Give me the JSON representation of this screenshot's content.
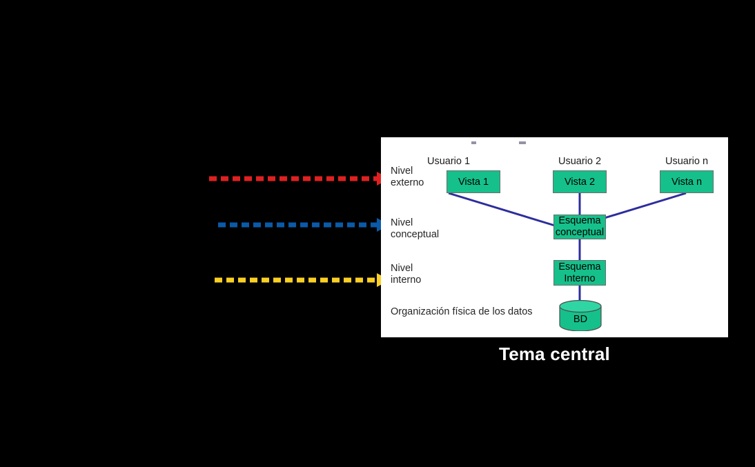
{
  "slide": {
    "background_color": "#000000",
    "central_title": "Tema central"
  },
  "diagram": {
    "background_color": "#ffffff",
    "box_fill_color": "#16c08a",
    "box_border_color": "#6b6b6b",
    "connector_color": "#2d2d9e",
    "level_labels": [
      {
        "id": "externo",
        "text": "Nivel\nexterno"
      },
      {
        "id": "conceptual",
        "text": "Nivel\nconceptual"
      },
      {
        "id": "interno",
        "text": "Nivel\ninterno"
      }
    ],
    "physical_caption": "Organización física de los datos",
    "users": [
      {
        "caption": "Usuario 1",
        "view": "Vista 1"
      },
      {
        "caption": "Usuario 2",
        "view": "Vista 2"
      },
      {
        "caption": "Usuario n",
        "view": "Vista n"
      }
    ],
    "schema_conceptual": "Esquema\nconceptual",
    "schema_internal": "Esquema\nInterno",
    "database": "BD"
  },
  "pointer_arrows": [
    {
      "id": "arrow-externo",
      "color": "#e02020",
      "target_level": "Nivel externo"
    },
    {
      "id": "arrow-conceptual",
      "color": "#0a5aa8",
      "target_level": "Nivel conceptual"
    },
    {
      "id": "arrow-interno",
      "color": "#fbd024",
      "target_level": "Nivel interno"
    }
  ]
}
